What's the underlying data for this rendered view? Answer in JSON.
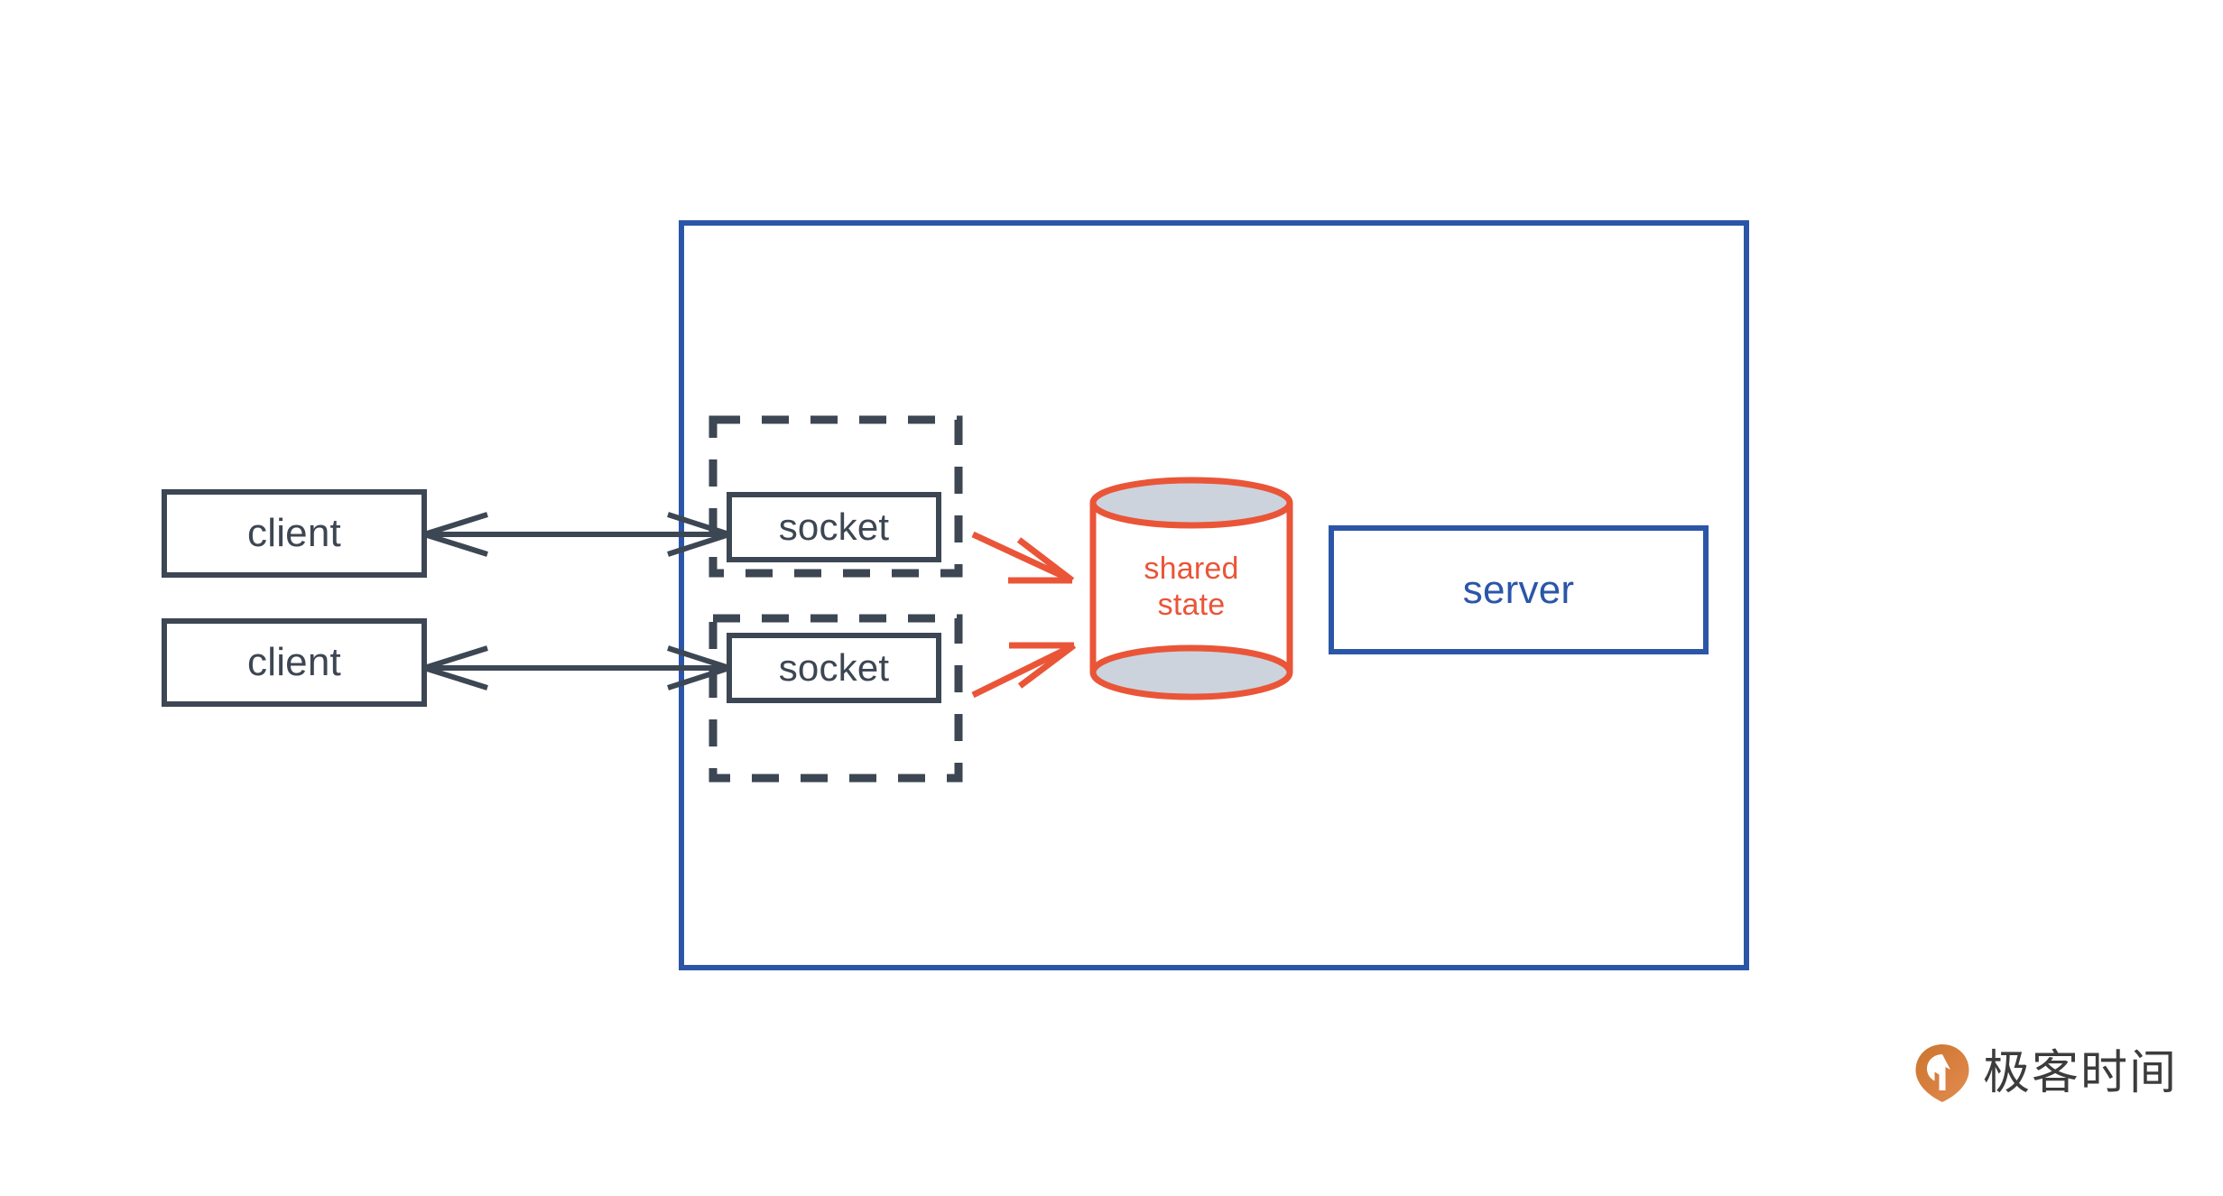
{
  "diagram": {
    "title": "client-socket-shared-state-server architecture",
    "colors": {
      "node_stroke": "#3d4653",
      "container_stroke": "#2b56a8",
      "accent_red": "#ea5538",
      "cylinder_fill": "#ccd3dc",
      "background": "#ffffff",
      "logo_orange": "#d4772f",
      "logo_text": "#3c3c3c"
    },
    "outer_container": {
      "name": "server-process-boundary",
      "label": ""
    },
    "clients": [
      {
        "label": "client"
      },
      {
        "label": "client"
      }
    ],
    "socket_groups": [
      {
        "socket_label": "socket",
        "group_label": ""
      },
      {
        "socket_label": "socket",
        "group_label": ""
      }
    ],
    "shared_state": {
      "label": "shared\nstate",
      "shape": "cylinder"
    },
    "server": {
      "label": "server"
    },
    "connections": [
      {
        "from": "client-1",
        "to": "socket-1",
        "style": "bidirectional",
        "color": "#3d4653"
      },
      {
        "from": "client-2",
        "to": "socket-2",
        "style": "bidirectional",
        "color": "#3d4653"
      },
      {
        "from": "socket-group-1",
        "to": "shared-state",
        "style": "arrow",
        "color": "#ea5538"
      },
      {
        "from": "socket-group-2",
        "to": "shared-state",
        "style": "arrow",
        "color": "#ea5538"
      }
    ]
  },
  "branding": {
    "logo_text": "极客时间",
    "logo_icon": "geektime-pin-icon"
  }
}
